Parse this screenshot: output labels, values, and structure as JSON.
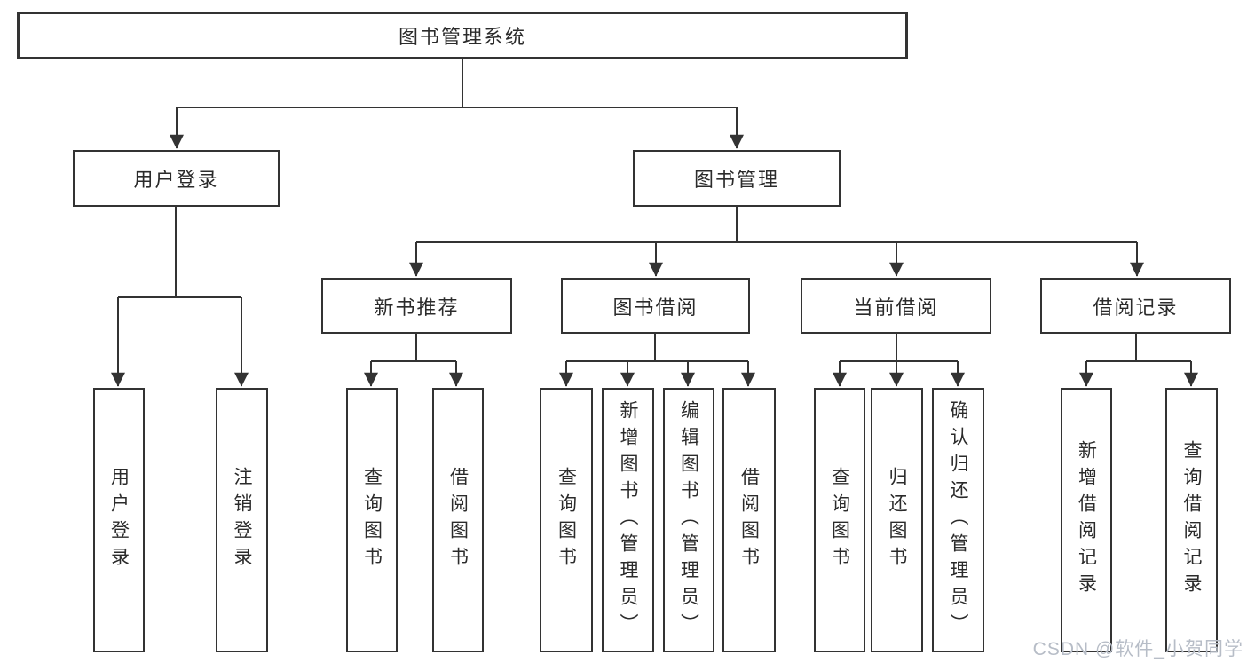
{
  "diagram": {
    "type": "tree",
    "root": {
      "label": "图书管理系统",
      "children": [
        {
          "label": "用户登录",
          "children": [
            {
              "label": "用户登录"
            },
            {
              "label": "注销登录"
            }
          ]
        },
        {
          "label": "图书管理",
          "children": [
            {
              "label": "新书推荐",
              "children": [
                {
                  "label": "查询图书"
                },
                {
                  "label": "借阅图书"
                }
              ]
            },
            {
              "label": "图书借阅",
              "children": [
                {
                  "label": "查询图书"
                },
                {
                  "label": "新增图书（管理员）"
                },
                {
                  "label": "编辑图书（管理员）"
                },
                {
                  "label": "借阅图书"
                }
              ]
            },
            {
              "label": "当前借阅",
              "children": [
                {
                  "label": "查询图书"
                },
                {
                  "label": "归还图书"
                },
                {
                  "label": "确认归还（管理员）"
                }
              ]
            },
            {
              "label": "借阅记录",
              "children": [
                {
                  "label": "新增借阅记录"
                },
                {
                  "label": "查询借阅记录"
                }
              ]
            }
          ]
        }
      ]
    }
  },
  "watermark": "CSDN @软件_小贺同学",
  "colors": {
    "line": "#333333",
    "box_border": "#333333",
    "text": "#2b2b2b",
    "background": "#ffffff",
    "watermark": "#b7bdc7"
  }
}
